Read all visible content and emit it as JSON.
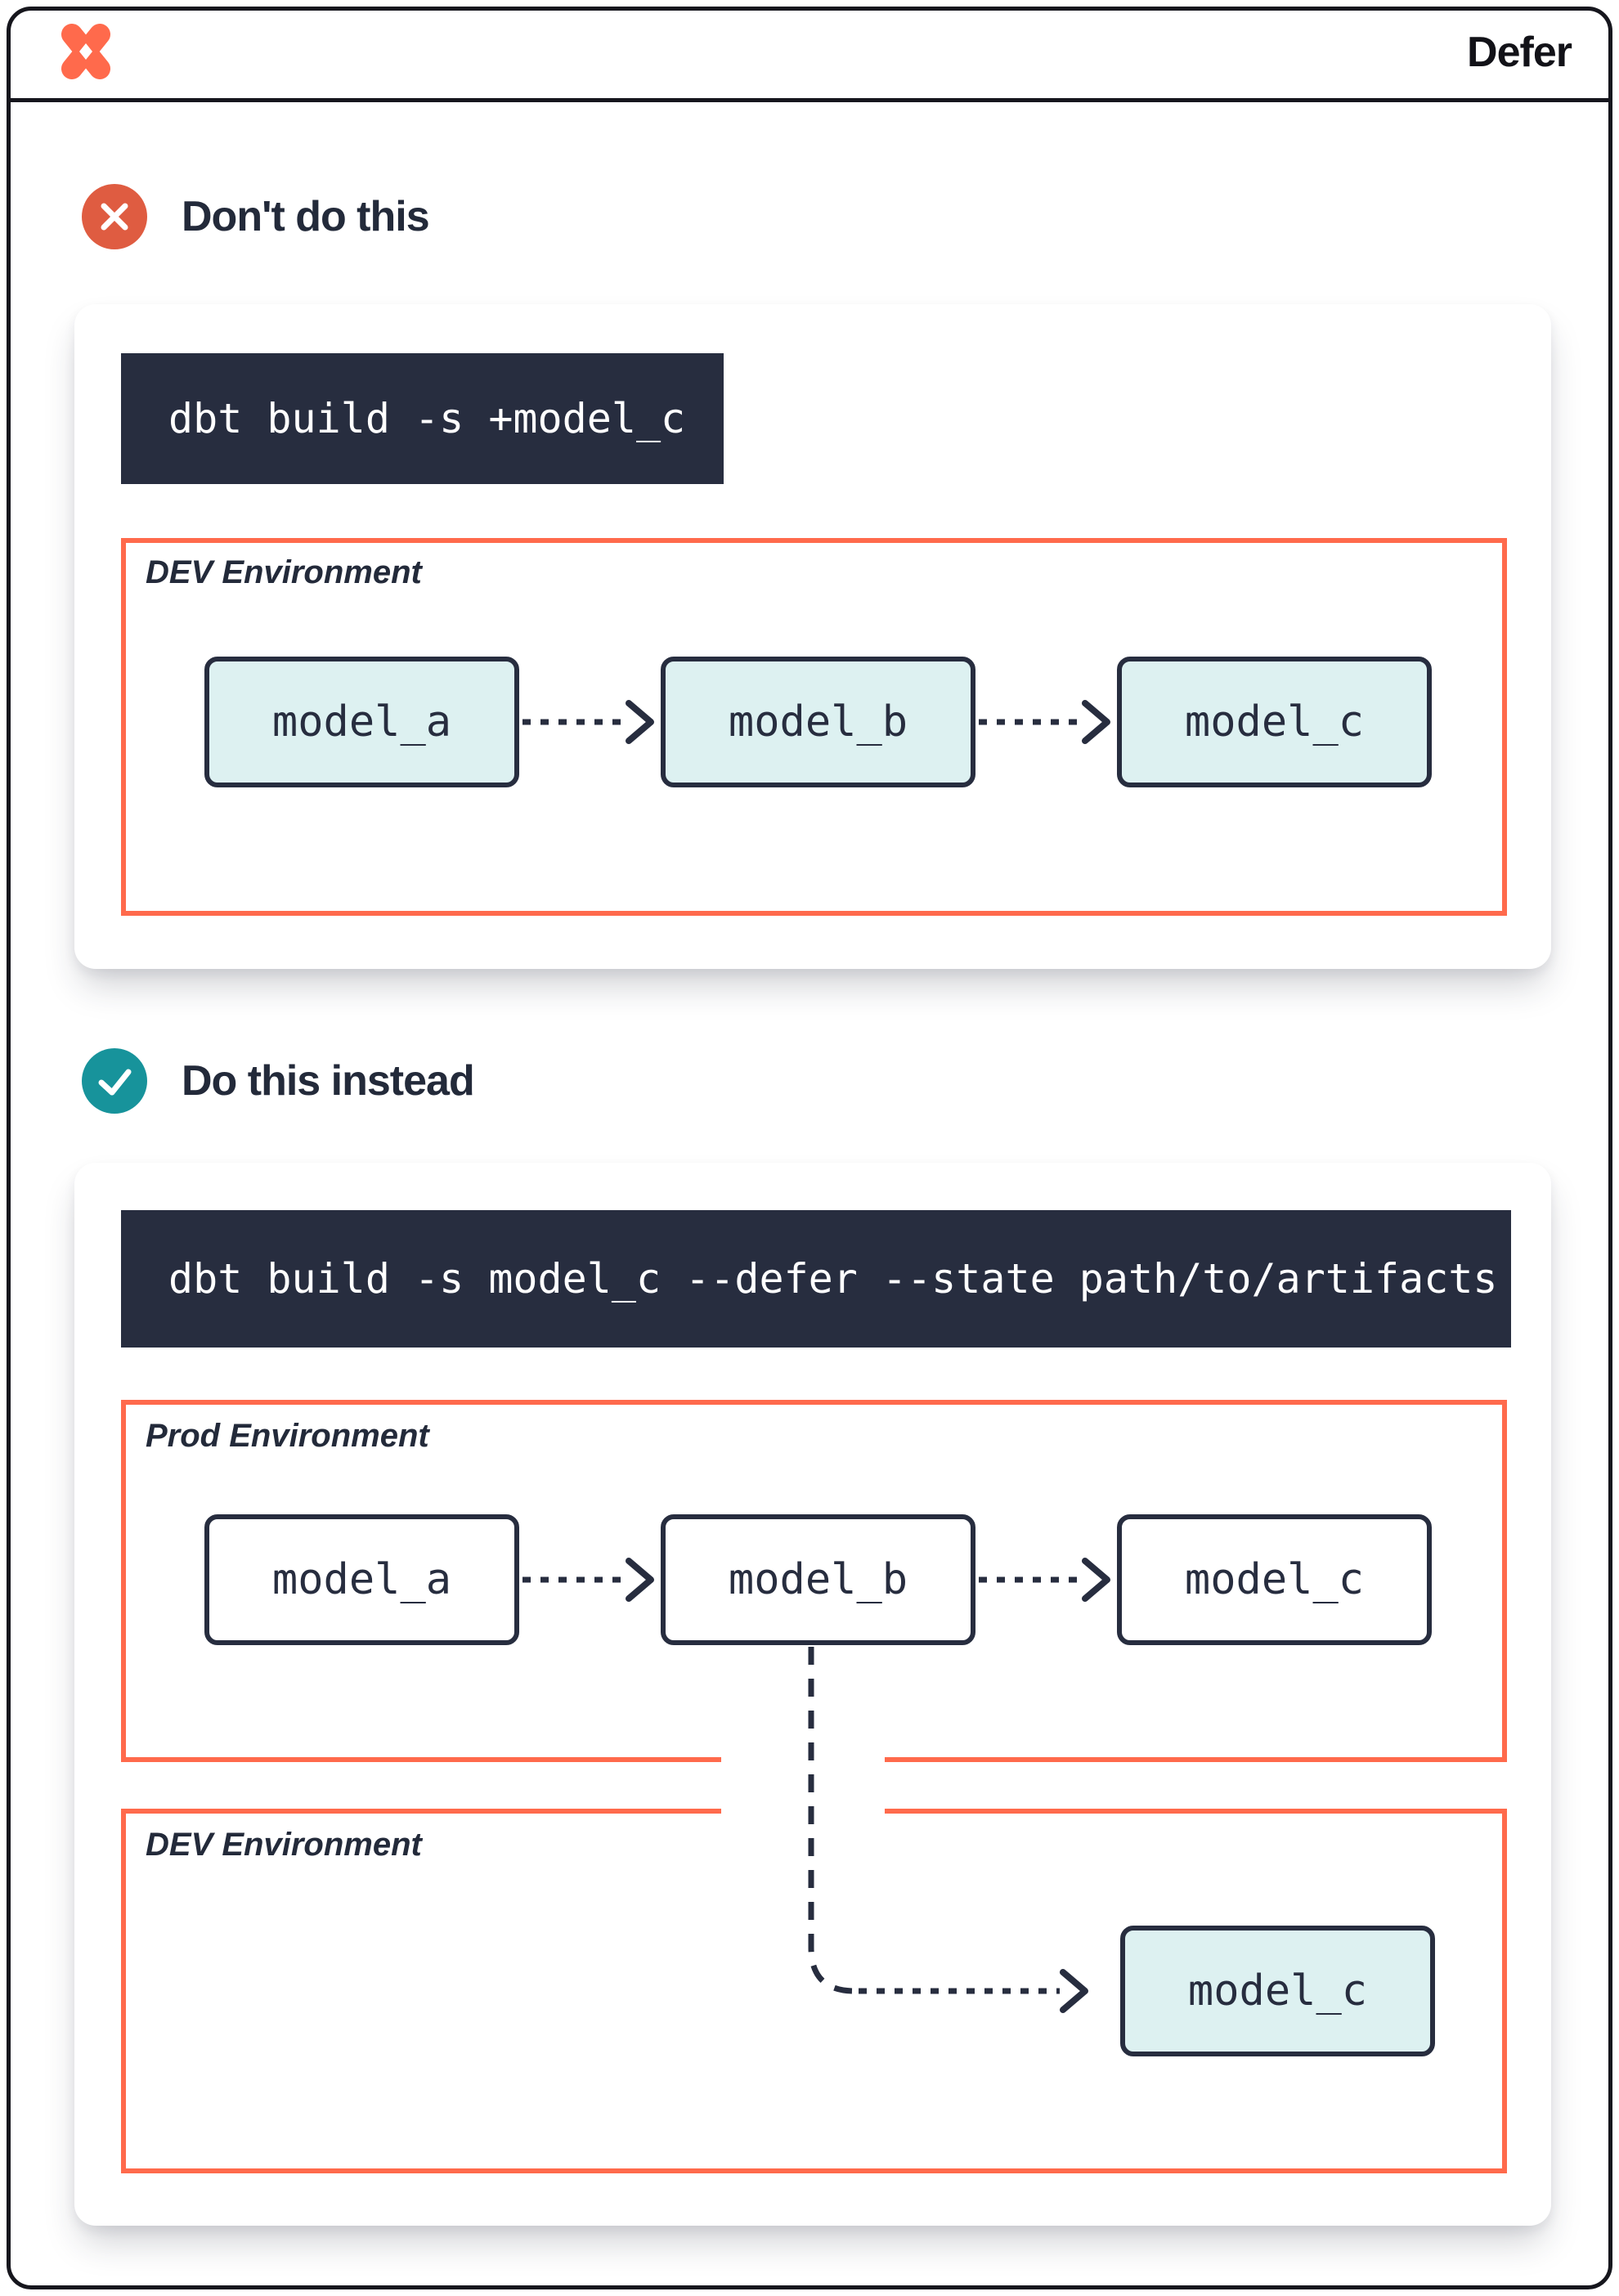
{
  "header": {
    "title": "Defer"
  },
  "icons": {
    "logo": "dbt-logo",
    "section_dont_badge": "x-circle-icon",
    "section_do_badge": "check-circle-icon",
    "flow_arrow": "dashed-arrow-icon",
    "defer_connector": "dashed-elbow-arrow-icon"
  },
  "colors": {
    "accent_orange": "#FF6A4C",
    "badge_red": "#DF5C41",
    "badge_teal": "#17939B",
    "navy_ink": "#272D3F",
    "model_fill_teal": "#DDF1F1",
    "code_background": "#272D3F",
    "frame_black": "#16161D"
  },
  "sections": [
    {
      "heading": "Don't do this",
      "command": "dbt build -s +model_c",
      "environments": [
        {
          "label": "DEV Environment",
          "models": [
            "model_a",
            "model_b",
            "model_c"
          ]
        }
      ]
    },
    {
      "heading": "Do this instead",
      "command": "dbt build -s model_c --defer --state path/to/artifacts",
      "environments": [
        {
          "label": "Prod Environment",
          "models": [
            "model_a",
            "model_b",
            "model_c"
          ]
        },
        {
          "label": "DEV Environment",
          "models": [
            "model_c"
          ]
        }
      ]
    }
  ]
}
